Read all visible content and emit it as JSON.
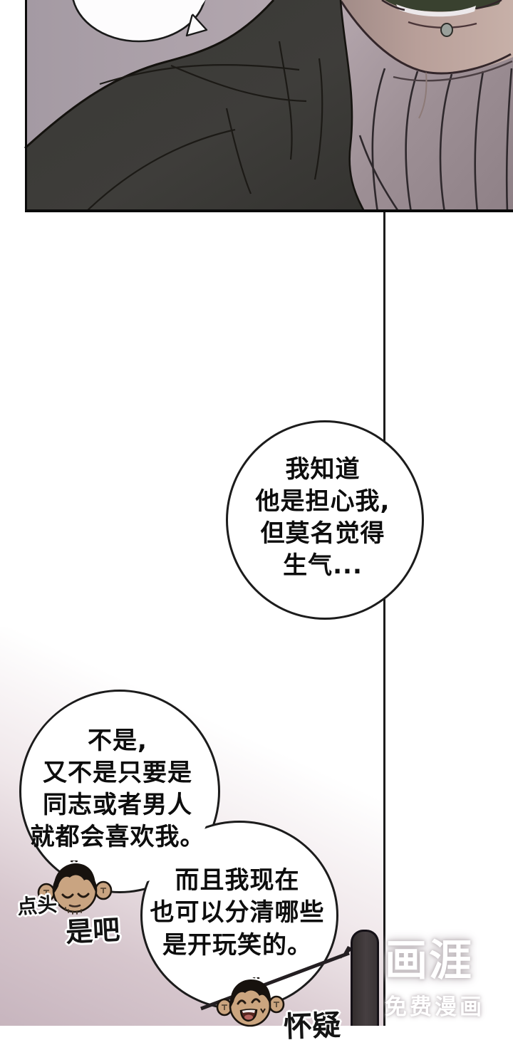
{
  "comic": {
    "monologue_bubble": {
      "lines": [
        "我知道",
        "他是担心我,",
        "但莫名觉得",
        "生气..."
      ]
    },
    "speech_bubble_1": {
      "lines": [
        "不是,",
        "又不是只要是",
        "同志或者男人",
        "就都会喜欢我。"
      ]
    },
    "speech_bubble_2": {
      "lines": [
        "而且我现在",
        "也可以分清哪些",
        "是开玩笑的。"
      ]
    },
    "sfx": {
      "nod": "点头",
      "agree": "是吧",
      "suspect": "怀疑"
    }
  },
  "watermark": {
    "logo": "画涯",
    "tagline": "免费漫画"
  },
  "icons": {
    "chibi_nodding": "chibi-nodding-face-icon",
    "chibi_suspicious": "chibi-laughing-face-icon",
    "signpost": "dark-post",
    "pointer_rod": "diagonal-pointer-rod"
  },
  "colors": {
    "panel_bg_left": "#a59aa3",
    "panel_bg_right": "#c3b6bd",
    "jacket": "#3d3c39",
    "sweater": "#998b90",
    "skin": "#b89f99",
    "pink_panel": "#c7b5be",
    "bubble_border": "#1c1c1c",
    "divider": "#1b1b1b",
    "watermark_halo": "#c6bfc3"
  }
}
